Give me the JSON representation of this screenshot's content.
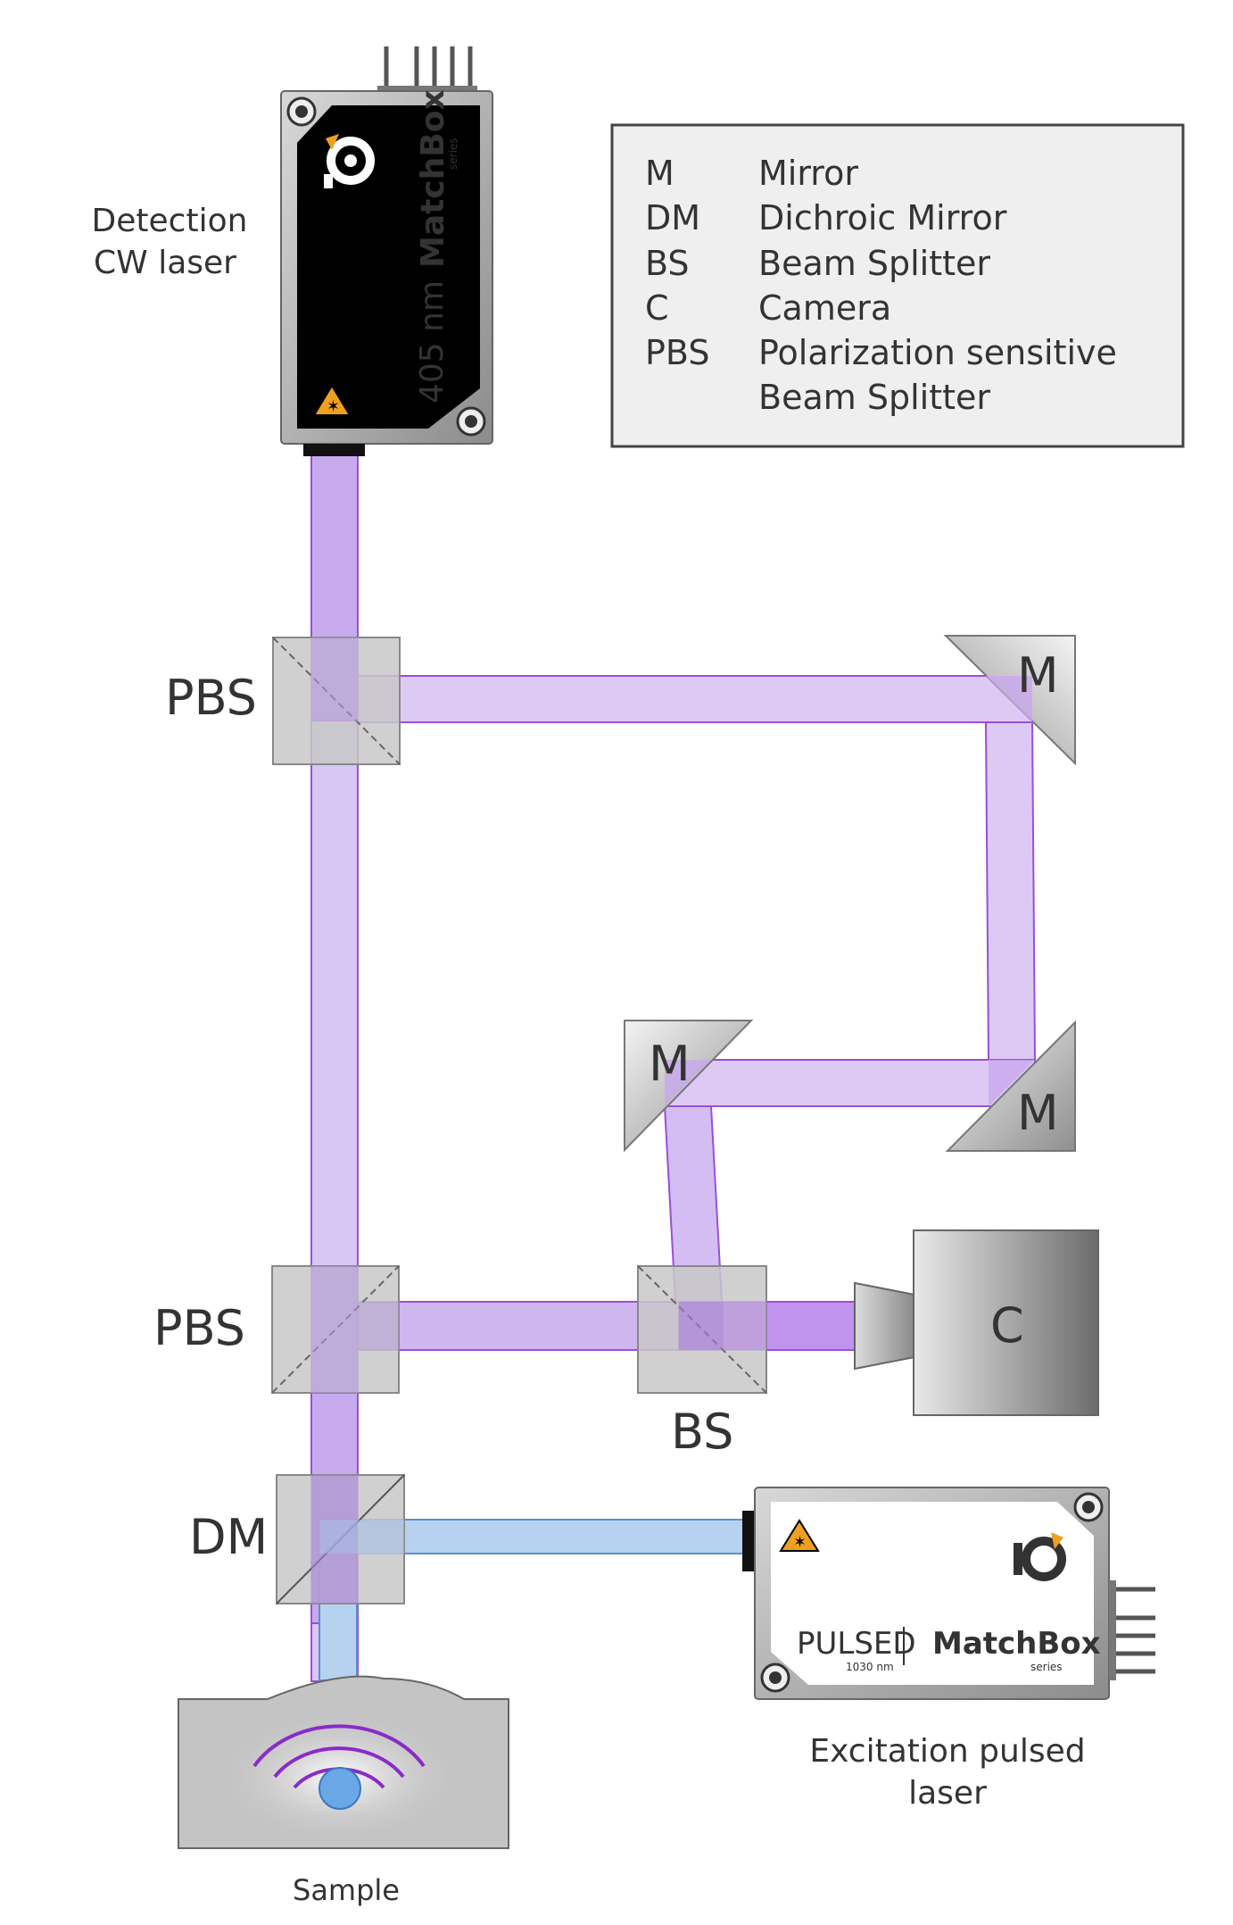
{
  "laser_detection": {
    "label_line1": "Detection",
    "label_line2": "CW laser",
    "wavelength": "405 nm",
    "brand": "MatchBox",
    "brand_sub": "series"
  },
  "laser_excitation": {
    "label_line1": "Excitation pulsed",
    "label_line2": "laser",
    "mode": "PULSED",
    "wavelength": "1030 nm",
    "brand": "MatchBox",
    "brand_sub": "series"
  },
  "legend": {
    "items": [
      {
        "abbr": "M",
        "desc": "Mirror"
      },
      {
        "abbr": "DM",
        "desc": "Dichroic Mirror"
      },
      {
        "abbr": "BS",
        "desc": "Beam Splitter"
      },
      {
        "abbr": "C",
        "desc": "Camera"
      },
      {
        "abbr": "PBS",
        "desc": "Polarization sensitive"
      },
      {
        "abbr": "",
        "desc": "Beam Splitter"
      }
    ]
  },
  "components": {
    "pbs_top": "PBS",
    "pbs_bottom": "PBS",
    "bs": "BS",
    "dm": "DM",
    "mirror_top_right": "M",
    "mirror_mid_left": "M",
    "mirror_mid_right": "M",
    "camera": "C",
    "sample": "Sample"
  },
  "colors": {
    "beam_violet": "#c9aef0",
    "beam_violet_edge": "#9a4fd6",
    "beam_blue": "#b7d2ef",
    "beam_blue_edge": "#5a8fd0",
    "optic_gray": "#c8c8c8",
    "wave_purple": "#8a2bc8"
  }
}
